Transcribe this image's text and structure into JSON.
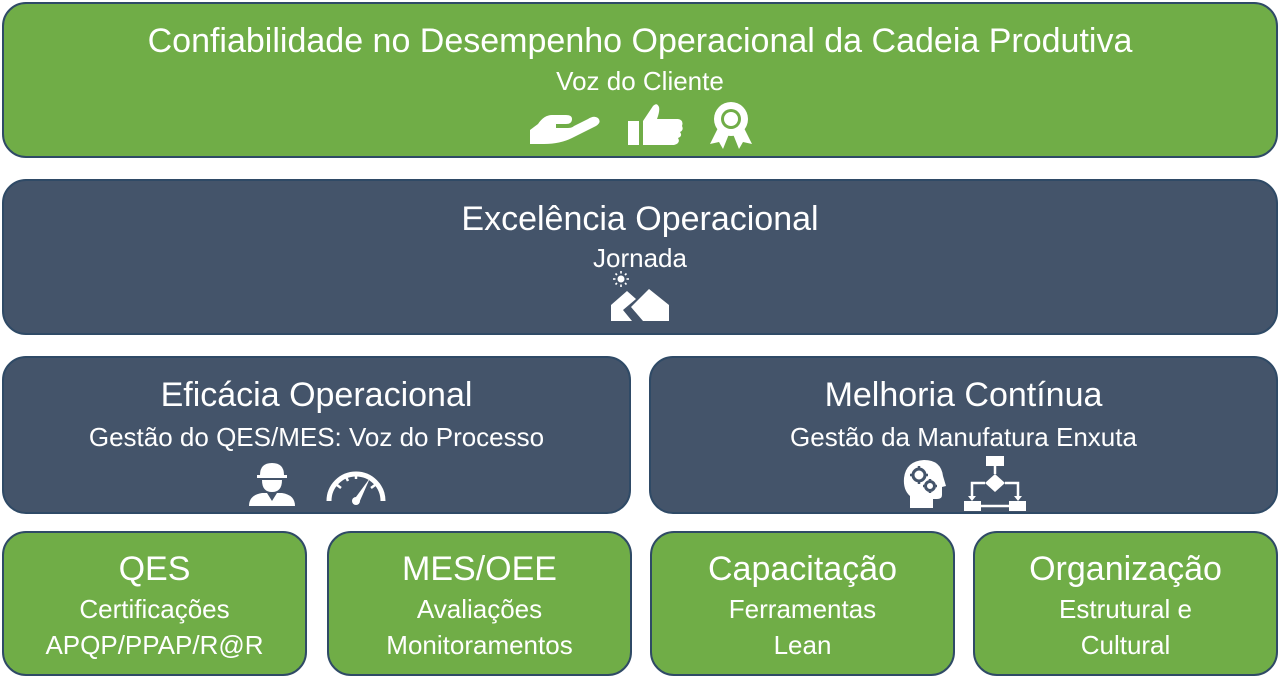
{
  "top": {
    "title": "Confiabilidade no Desempenho Operacional da Cadeia Produtiva",
    "subtitle": "Voz do Cliente",
    "icons": [
      "handshake-icon",
      "thumbs-up-icon",
      "award-ribbon-icon"
    ]
  },
  "middle": {
    "title": "Excelência Operacional",
    "subtitle": "Jornada",
    "icons": [
      "mountain-sun-icon"
    ]
  },
  "left": {
    "title": "Eficácia Operacional",
    "subtitle": "Gestão do QES/MES: Voz do Processo",
    "icons": [
      "worker-icon",
      "speedometer-icon"
    ]
  },
  "right": {
    "title": "Melhoria Contínua",
    "subtitle": "Gestão da Manufatura Enxuta",
    "icons": [
      "head-gears-icon",
      "flowchart-icon"
    ]
  },
  "bottom": [
    {
      "title": "QES",
      "line1": "Certificações",
      "line2": "APQP/PPAP/R@R"
    },
    {
      "title": "MES/OEE",
      "line1": "Avaliações",
      "line2": "Monitoramentos"
    },
    {
      "title": "Capacitação",
      "line1": "Ferramentas",
      "line2": "Lean"
    },
    {
      "title": "Organização",
      "line1": "Estrutural e",
      "line2": "Cultural"
    }
  ],
  "colors": {
    "green": "#70ad47",
    "slate": "#44546a",
    "border": "#2f4a66",
    "text": "#ffffff"
  }
}
